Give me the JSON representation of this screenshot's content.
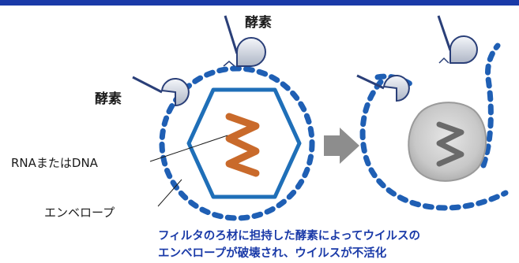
{
  "labels": {
    "enzyme_top": "酵素",
    "enzyme_left": "酵素",
    "nucleic_acid": "RNAまたはDNA",
    "envelope": "エンベロープ"
  },
  "caption": {
    "line1": "フィルタのろ材に担持した酵素によってウイルスの",
    "line2": "エンベロープが破壊され、ウイルスが不活化"
  },
  "colors": {
    "banner": "#1a3aa8",
    "envelope": "#1f5fb4",
    "capsid": "#1f6fb8",
    "nucleic_acid": "#c96a2b",
    "nucleic_acid_inactive": "#6a6a6a",
    "core_inactive": "#c8c8c8",
    "arrow": "#8d8d8d",
    "enzyme_fill": "#d9dde4",
    "enzyme_stroke": "#2a3f78",
    "text": "#1a1a1a",
    "caption_text": "#1a3aa8"
  }
}
